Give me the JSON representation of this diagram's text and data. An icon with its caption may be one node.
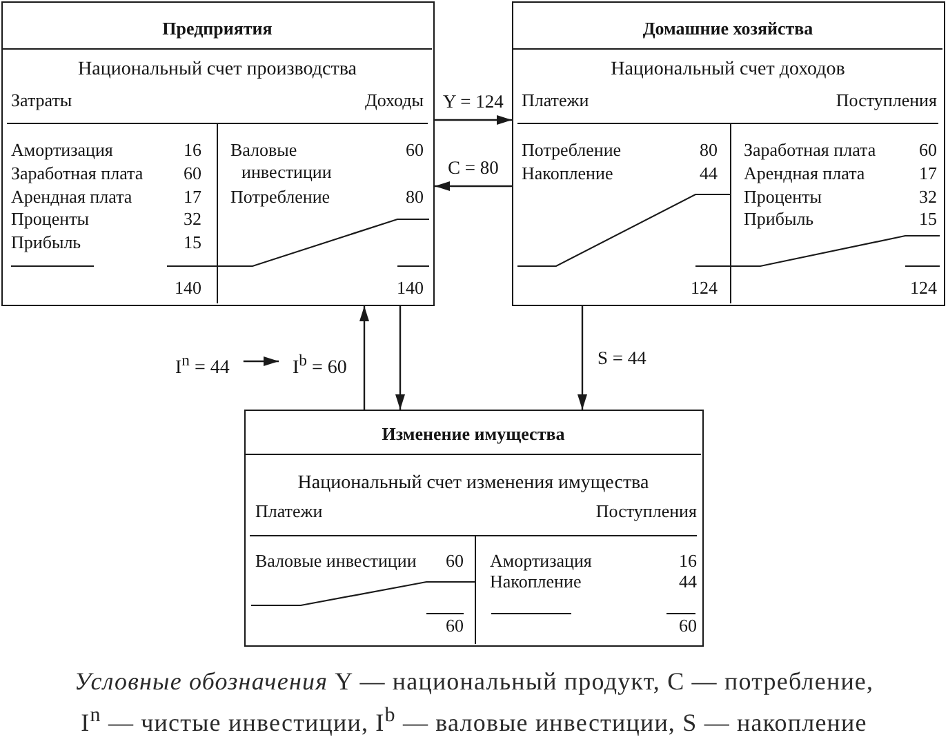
{
  "diagram": {
    "caption": "*Условные обозначения* Y — национальный продукт, C — потребление, I$^{n}$ — чистые инвестиции, I$^{b}$ — валовые инвестиции, S — накопление",
    "nodes": [
      {
        "text": [
          "Предприятия",
          "Национальный счет производства",
          "Затраты",
          "Доходы",
          "Амортизация",
          "16",
          "Заработная плата",
          "60",
          "Арендная плата",
          "17",
          "Проценты",
          "32",
          "Прибыль",
          "15",
          "140",
          "Валовые инвестиции",
          "60",
          "Потребление",
          "80",
          "140"
        ]
      },
      {
        "text": [
          "Домашние хозяйства",
          "Национальный счет доходов",
          "Платежи",
          "Поступления",
          "Потребление",
          "80",
          "Накопление",
          "44",
          "124",
          "Заработная плата",
          "60",
          "Арендная плата",
          "17",
          "Проценты",
          "32",
          "Прибыль",
          "15",
          "124"
        ]
      },
      {
        "text": [
          "I$^{n}$ = 44"
        ]
      },
      {
        "text": [
          "I$^{b}$ = 60"
        ]
      },
      {
        "text": [
          "Изменение имущества",
          "Национальный счет изменения имущества",
          "Платежи",
          "Поступления",
          "Валовые инвестиции",
          "60",
          "60",
          "Амортизация",
          "16",
          "Накопление",
          "44",
          "60"
        ]
      }
    ],
    "edges": [
      {
        "from": 0,
        "to": 1,
        "arrow": "to",
        "label": "Y = 124"
      },
      {
        "from": 1,
        "to": 0,
        "arrow": "to",
        "label": "C = 80"
      },
      {
        "from": 2,
        "to": 3,
        "arrow": "to"
      },
      {
        "from": 4,
        "to": 0,
        "arrow": "to"
      },
      {
        "from": 0,
        "to": 4,
        "arrow": "to"
      },
      {
        "from": 1,
        "to": 4,
        "arrow": "to",
        "label": "S = 44"
      }
    ]
  }
}
